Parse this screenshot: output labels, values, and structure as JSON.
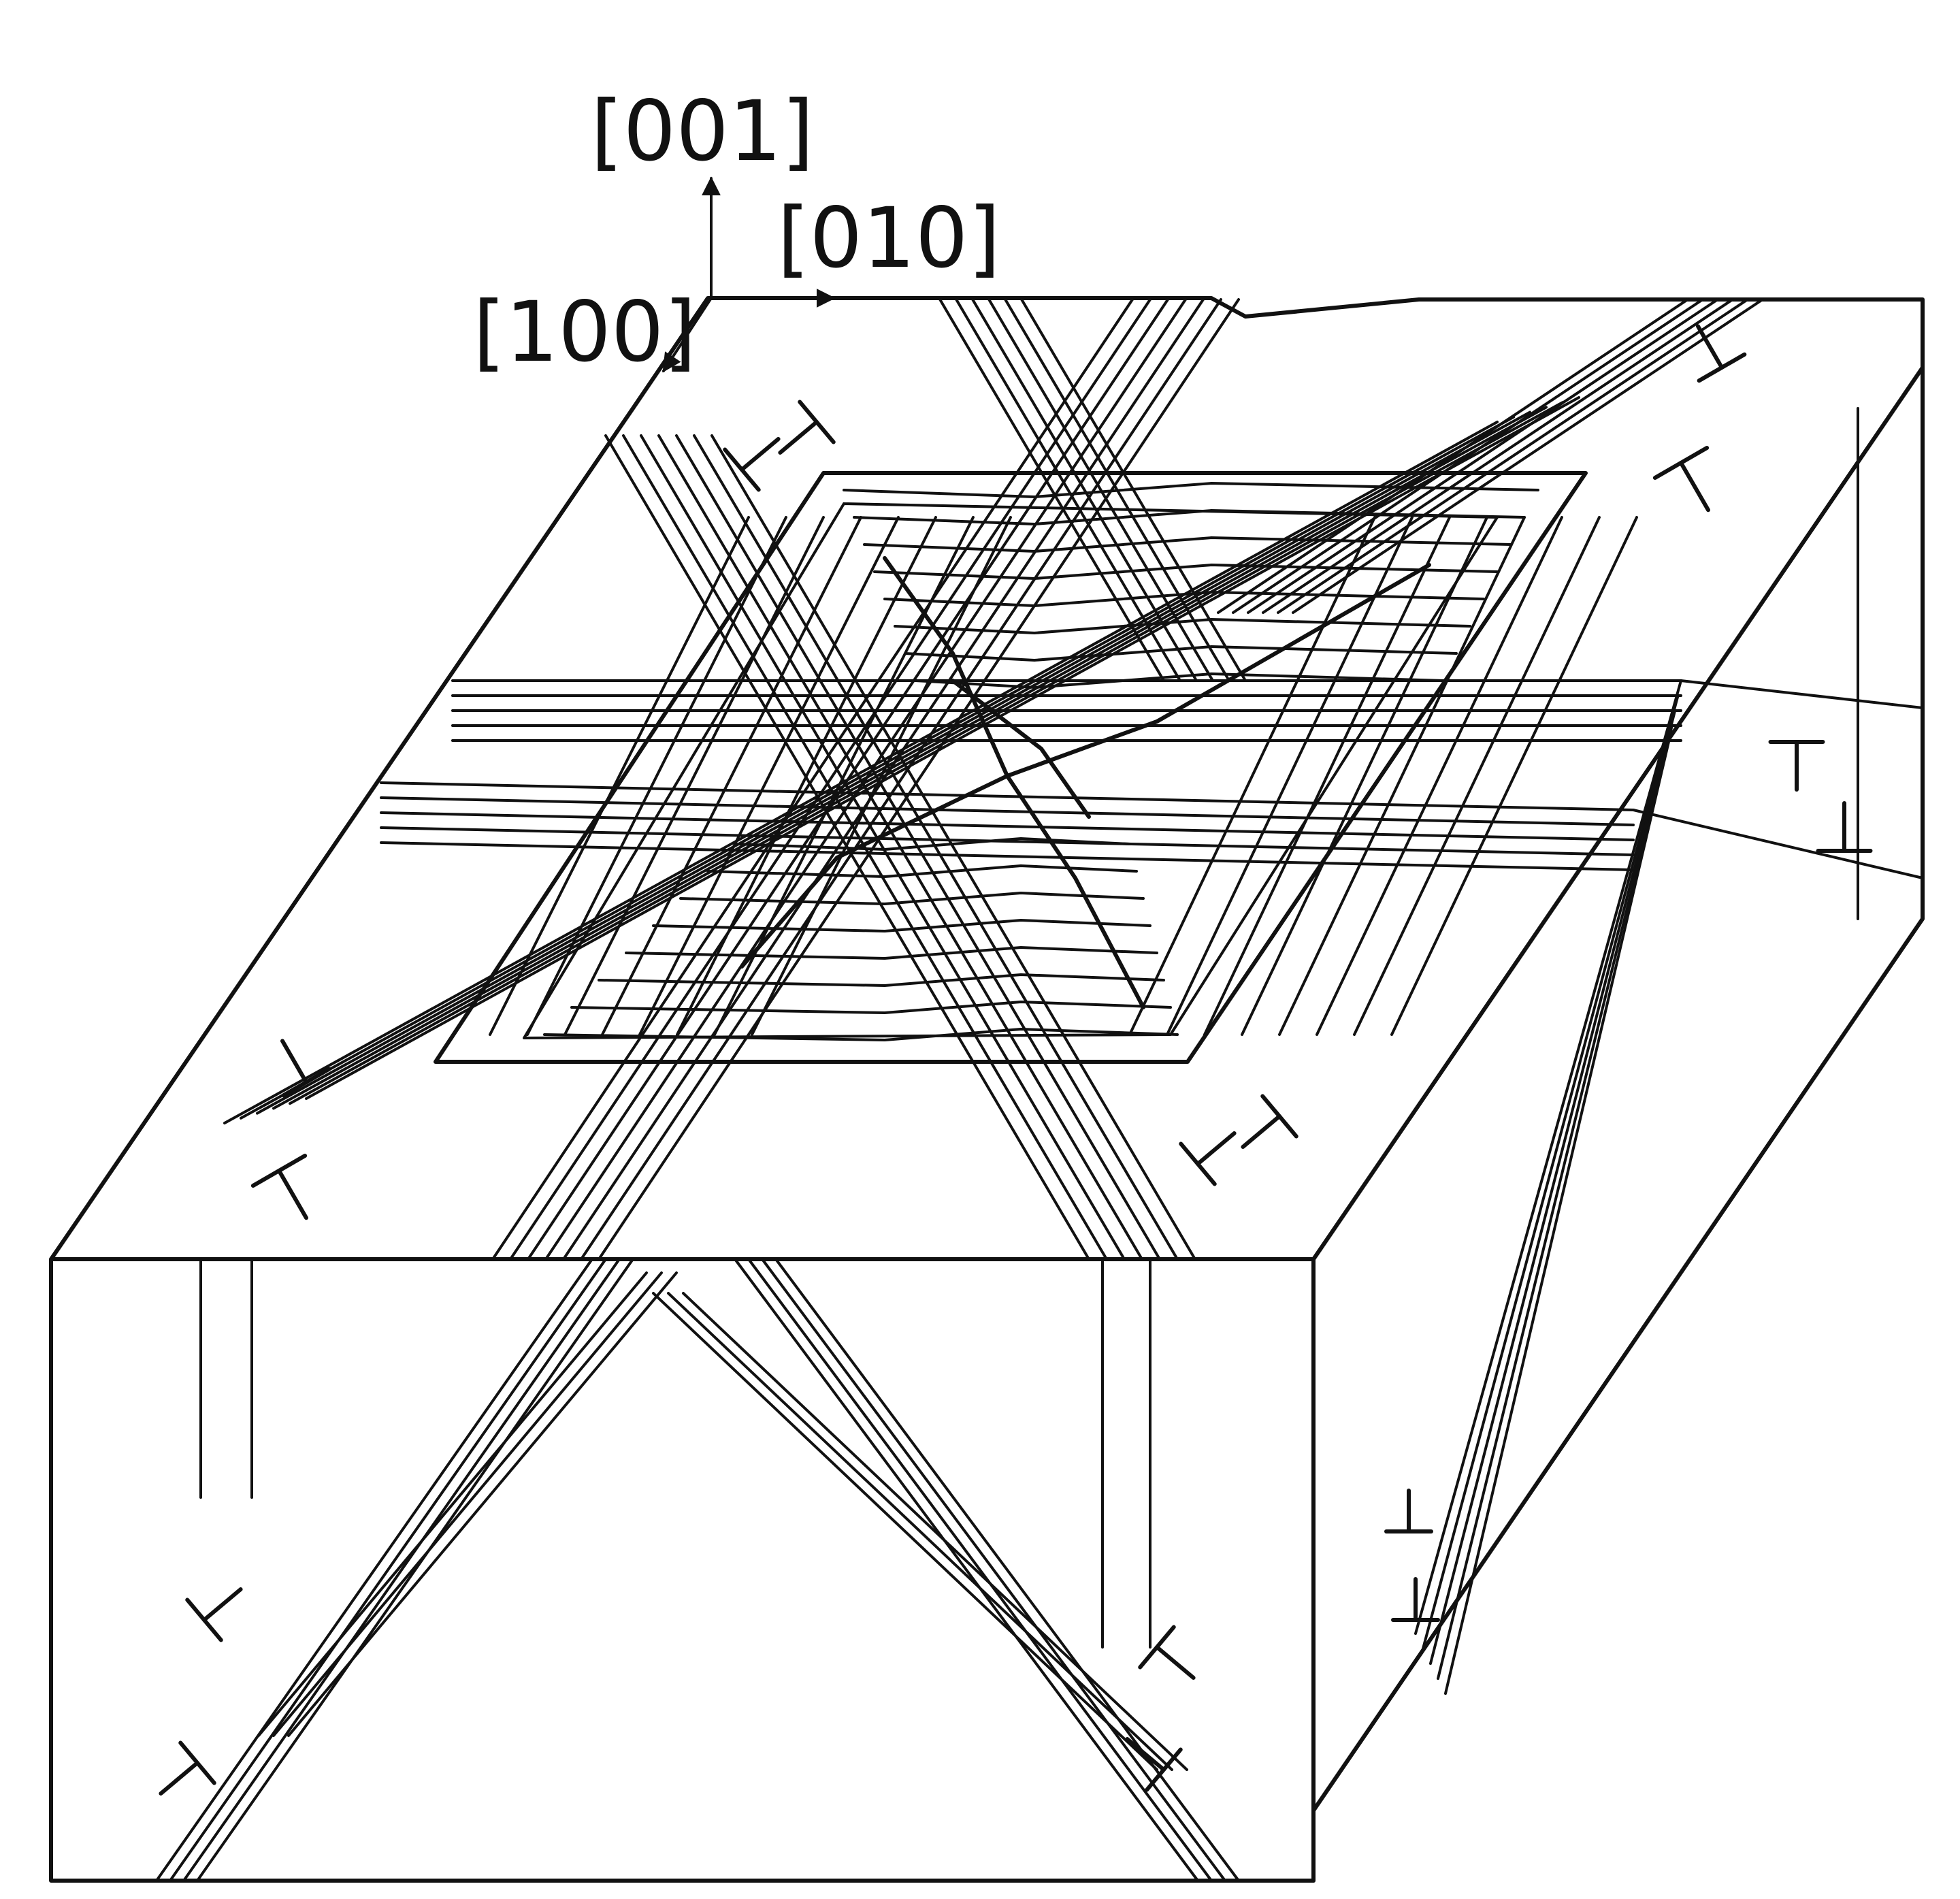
{
  "axes": {
    "z_label": "[001]",
    "y_label": "[010]",
    "x_label": "[100]"
  },
  "symbols": {
    "dislocation": "dislocation-symbol"
  },
  "colors": {
    "ink": "#111111",
    "paper": "#ffffff"
  }
}
